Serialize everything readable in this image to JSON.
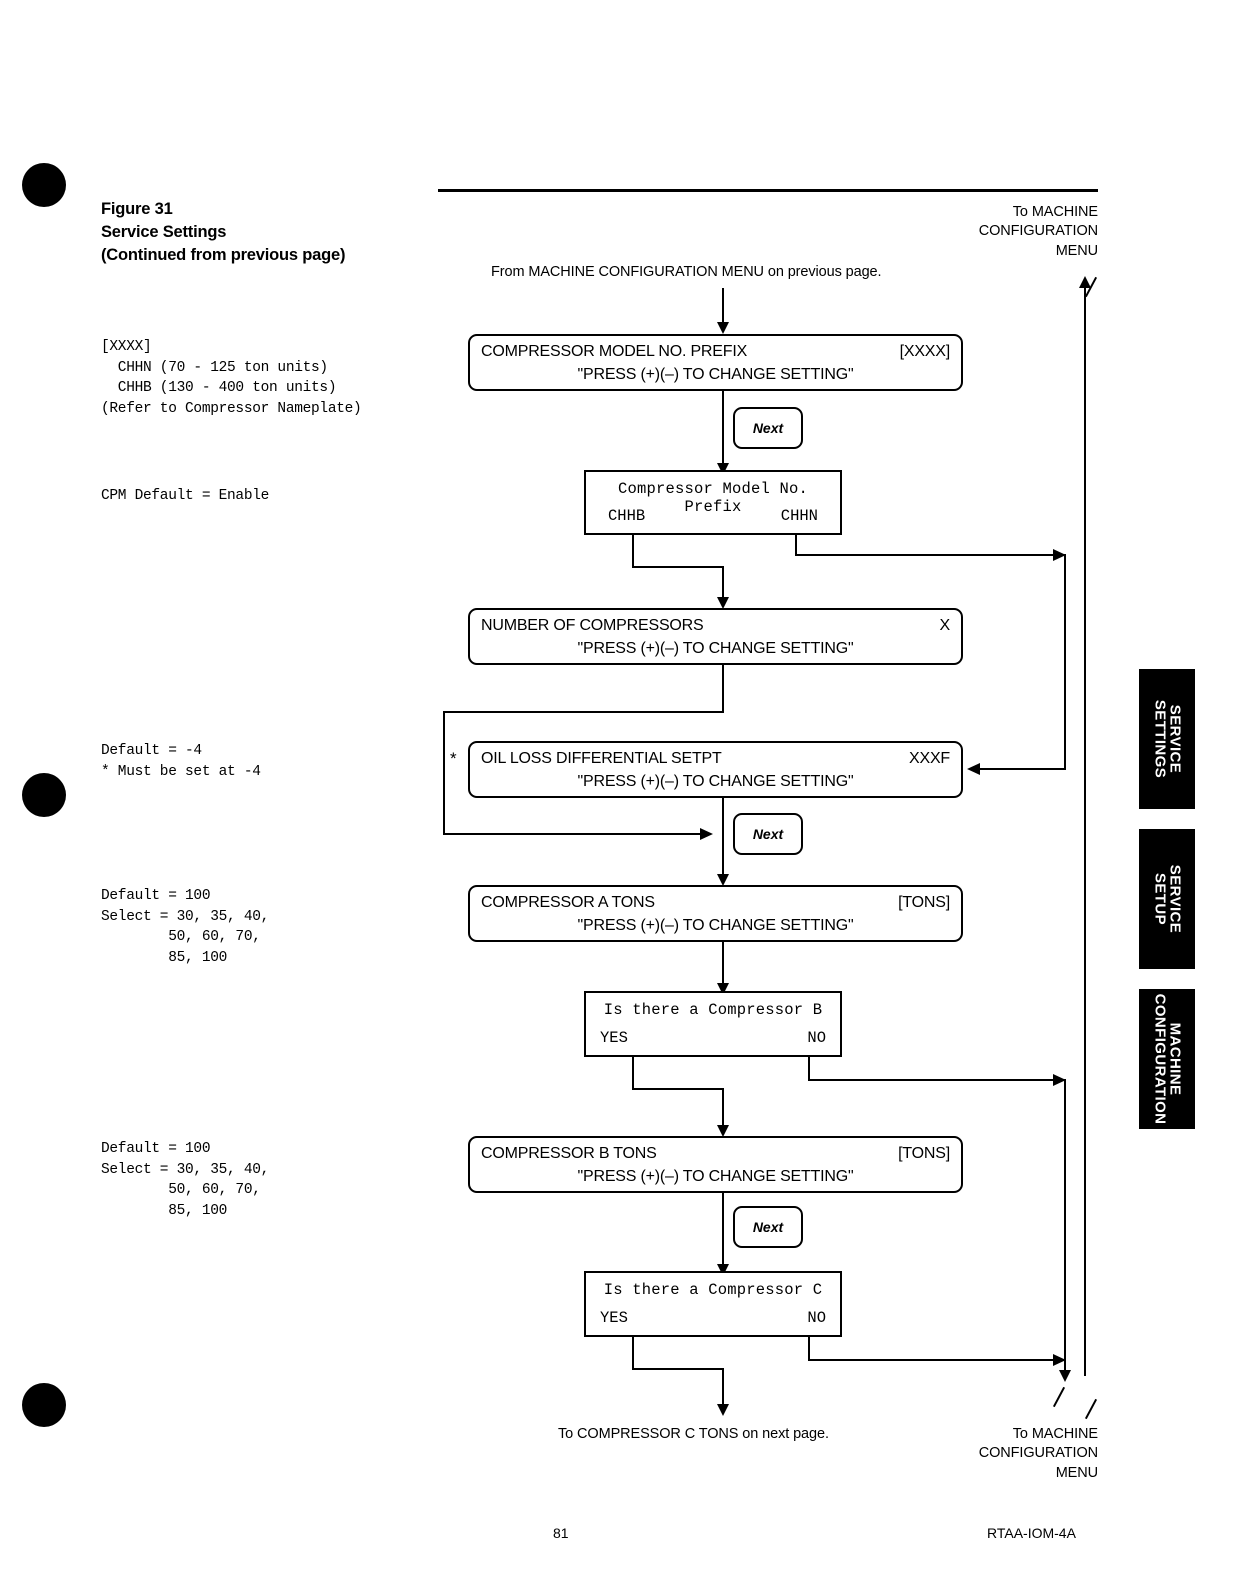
{
  "figure": {
    "title_line1": "Figure 31",
    "title_line2": "Service Settings",
    "title_line3": "(Continued from previous page)"
  },
  "margin_notes": {
    "prefix_note": "[XXXX]\n  CHHN (70 - 125 ton units)\n  CHHB (130 - 400 ton units)\n(Refer to Compressor Nameplate)",
    "cpm_default": "CPM Default = Enable",
    "oil_loss_default": "Default = -4\n* Must be set at -4",
    "comp_a_default": "Default = 100\nSelect = 30, 35, 40,\n        50, 60, 70,\n        85, 100",
    "comp_b_default": "Default = 100\nSelect = 30, 35, 40,\n        50, 60, 70,\n        85, 100"
  },
  "flow": {
    "entry_label": "From MACHINE CONFIGURATION MENU on previous page.",
    "top_right_exit": "To MACHINE\nCONFIGURATION\nMENU",
    "bottom_right_exit": "To MACHINE\nCONFIGURATION\nMENU",
    "bottom_exit": "To COMPRESSOR C TONS on next page.",
    "asterisk": "*",
    "next_label": "Next",
    "boxes": [
      {
        "id": "compressor-model-prefix",
        "line1": "COMPRESSOR MODEL NO. PREFIX",
        "value": "[XXXX]",
        "line2": "\"PRESS (+)(–) TO CHANGE SETTING\""
      },
      {
        "id": "number-of-compressors",
        "line1": "NUMBER OF COMPRESSORS",
        "value": "X",
        "line2": "\"PRESS (+)(–) TO CHANGE SETTING\""
      },
      {
        "id": "oil-loss-differential-setpt",
        "line1": "OIL LOSS DIFFERENTIAL SETPT",
        "value": "XXXF",
        "line2": "\"PRESS (+)(–) TO CHANGE SETTING\""
      },
      {
        "id": "compressor-a-tons",
        "line1": "COMPRESSOR A TONS",
        "value": "[TONS]",
        "line2": "\"PRESS (+)(–) TO CHANGE SETTING\""
      },
      {
        "id": "compressor-b-tons",
        "line1": "COMPRESSOR B TONS",
        "value": "[TONS]",
        "line2": "\"PRESS (+)(–) TO CHANGE SETTING\""
      }
    ],
    "lcd_prefix": {
      "prompt": "Compressor Model No. Prefix",
      "option_left": "CHHB",
      "option_right": "CHHN"
    },
    "lcd_comp_b": {
      "prompt": "Is there a Compressor B",
      "yes": "YES",
      "no": "NO"
    },
    "lcd_comp_c": {
      "prompt": "Is there a Compressor C",
      "yes": "YES",
      "no": "NO"
    }
  },
  "index_tabs": [
    {
      "id": "service-settings",
      "label": "SERVICE\nSETTINGS"
    },
    {
      "id": "service-setup",
      "label": "SERVICE\nSETUP"
    },
    {
      "id": "machine-configuration",
      "label": "MACHINE\nCONFIGURATION"
    }
  ],
  "footer": {
    "page_number": "81",
    "document_code": "RTAA-IOM-4A"
  }
}
